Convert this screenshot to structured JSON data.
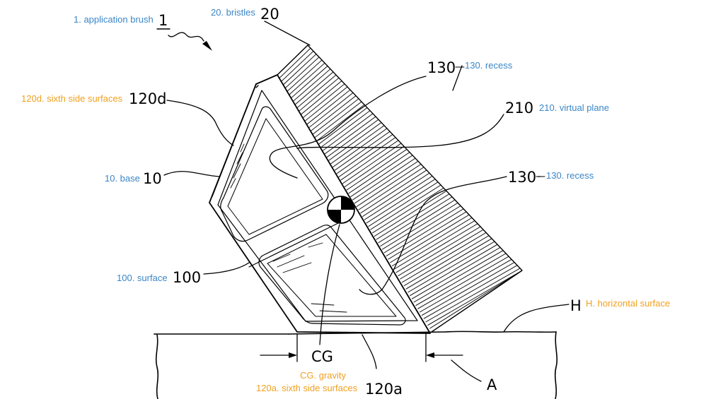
{
  "colors": {
    "blue": "#3b86c6",
    "orange": "#f0a020",
    "ink": "#000000"
  },
  "refs": {
    "r1": "1",
    "r20": "20",
    "r130a": "130",
    "r120d": "120d",
    "r210": "210",
    "r10": "10",
    "r130b": "130",
    "r100": "100",
    "rH": "H",
    "rCG": "CG",
    "r120a": "120a",
    "rA": "A"
  },
  "labels": {
    "l1": "1. application brush",
    "l20": "20. bristles",
    "l130a": "130. recess",
    "l120d": "120d. sixth side surfaces",
    "l210": "210. virtual plane",
    "l10": "10. base",
    "l130b": "130. recess",
    "l100": "100. surface",
    "lH": "H. horizontal surface",
    "lCG": "CG. gravity",
    "l120a": "120a. sixth side surfaces"
  }
}
